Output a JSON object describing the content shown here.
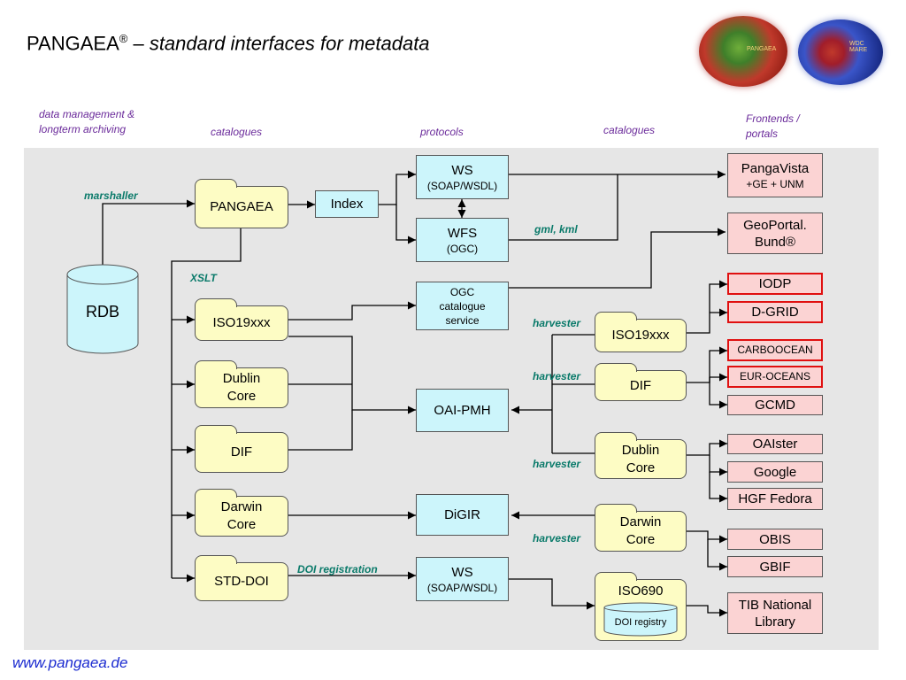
{
  "title": {
    "main": "PANGAEA",
    "reg": "®",
    "dash": " – ",
    "sub": "standard interfaces for metadata"
  },
  "logos": {
    "pangaea_text": "PANGAEA",
    "wdc_text": "WDC MARE"
  },
  "column_headers": {
    "data_management": "data management & longterm archiving",
    "catalogues_left": "catalogues",
    "protocols": "protocols",
    "catalogues_right": "catalogues",
    "frontends": "Frontends / portals"
  },
  "nodes": {
    "rdb": "RDB",
    "pangaea": "PANGAEA",
    "index": "Index",
    "ws_top": {
      "line1": "WS",
      "line2": "(SOAP/WSDL)"
    },
    "wfs": {
      "line1": "WFS",
      "line2": "(OGC)"
    },
    "iso19xxx_left": "ISO19xxx",
    "dublin_left": {
      "line1": "Dublin",
      "line2": "Core"
    },
    "dif_left": "DIF",
    "darwin_left": {
      "line1": "Darwin",
      "line2": "Core"
    },
    "std_doi": "STD-DOI",
    "ogc_catalogue": {
      "line1": "OGC",
      "line2": "catalogue",
      "line3": "service"
    },
    "oai_pmh": "OAI-PMH",
    "digir": "DiGIR",
    "ws_bottom": {
      "line1": "WS",
      "line2": "(SOAP/WSDL)"
    },
    "iso19xxx_right": "ISO19xxx",
    "dif_right": "DIF",
    "dublin_right": {
      "line1": "Dublin",
      "line2": "Core"
    },
    "darwin_right": {
      "line1": "Darwin",
      "line2": "Core"
    },
    "iso690": "ISO690",
    "doi_registry": "DOI registry",
    "pangavista": {
      "line1": "PangaVista",
      "line2": "+GE + UNM"
    },
    "geoportal": {
      "line1": "GeoPortal.",
      "line2": "Bund®"
    },
    "iodp": "IODP",
    "dgrid": "D-GRID",
    "carboocean": "CARBOOCEAN",
    "eur_oceans": "EUR-OCEANS",
    "gcmd": "GCMD",
    "oaister": "OAIster",
    "google": "Google",
    "hgf_fedora": "HGF Fedora",
    "obis": "OBIS",
    "gbif": "GBIF",
    "tib": {
      "line1": "TIB National",
      "line2": "Library"
    }
  },
  "edge_labels": {
    "marshaller": "marshaller",
    "xslt": "XSLT",
    "gml_kml": "gml, kml",
    "harvester1": "harvester",
    "harvester2": "harvester",
    "harvester3": "harvester",
    "harvester4": "harvester",
    "doi_registration": "DOI registration"
  },
  "footer": "www.pangaea.de",
  "colors": {
    "header_text": "#6a2a9a",
    "edge_label": "#0a7a6a",
    "footer": "#1a2ad0",
    "panel": "#e6e6e6"
  }
}
